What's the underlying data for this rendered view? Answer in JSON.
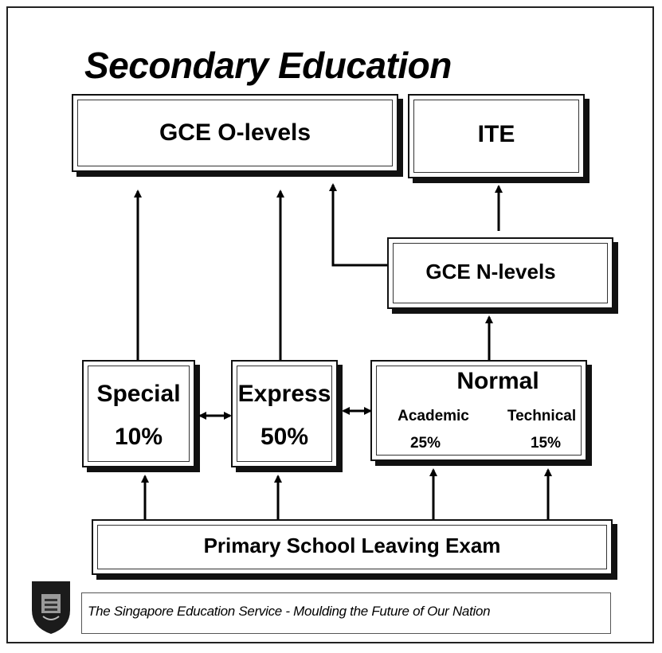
{
  "title": "Secondary Education",
  "boxes": {
    "gce_o_levels": "GCE O-levels",
    "ite": "ITE",
    "gce_n_levels": "GCE N-levels",
    "special_name": "Special",
    "special_pct": "10%",
    "express_name": "Express",
    "express_pct": "50%",
    "normal_name": "Normal",
    "academic_name": "Academic",
    "academic_pct": "25%",
    "technical_name": "Technical",
    "technical_pct": "15%",
    "psle": "Primary School Leaving Exam"
  },
  "footer": {
    "text": "The Singapore Education Service - Moulding the Future of Our Nation",
    "logo_icon": "crest-icon"
  }
}
